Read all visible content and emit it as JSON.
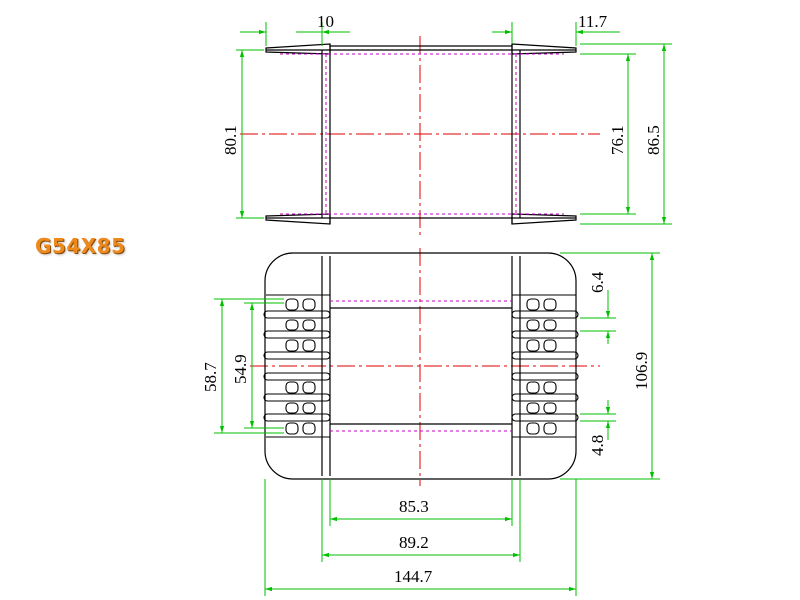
{
  "title": "G54X85",
  "dimensions": {
    "top_flange_left": "10",
    "top_flange_right": "11.7",
    "top_inner_height": "80.1",
    "top_window_height": "76.1",
    "top_overall_height": "86.5",
    "slot_pitch": "6.4",
    "overall_height": "106.9",
    "slot_width": "4.8",
    "outer_slot_span": "58.7",
    "inner_slot_span": "54.9",
    "inner_width": "85.3",
    "flange_width": "89.2",
    "overall_width": "144.7"
  },
  "colors": {
    "outline": "#000000",
    "dimension": "#00c000",
    "centerline": "#e00000",
    "hidden": "#c000c0",
    "title": "#ee8a1c"
  }
}
